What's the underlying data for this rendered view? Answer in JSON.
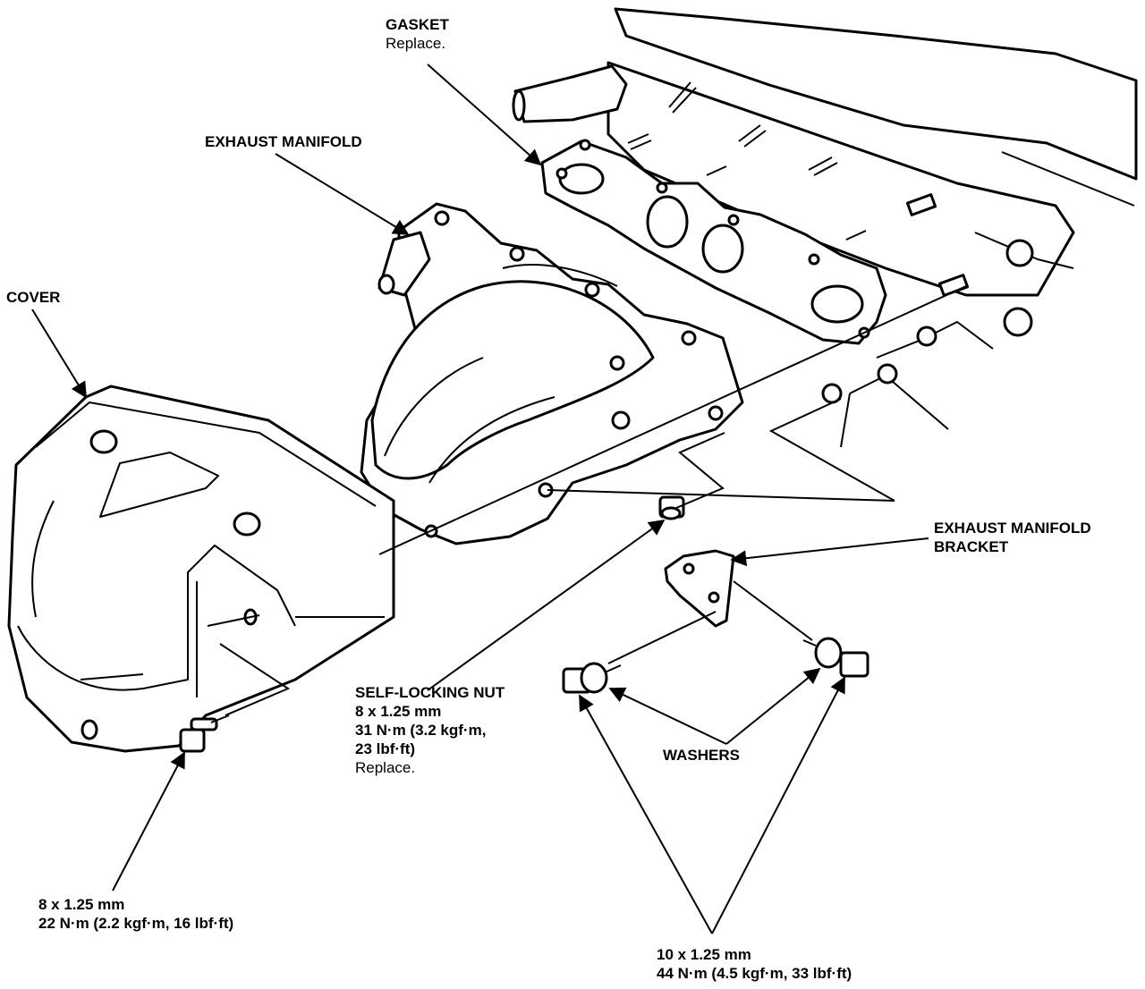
{
  "labels": {
    "gasket": {
      "name": "GASKET",
      "note": "Replace."
    },
    "exhaust_manifold": {
      "name": "EXHAUST MANIFOLD"
    },
    "cover": {
      "name": "COVER"
    },
    "bracket": {
      "line1": "EXHAUST MANIFOLD",
      "line2": "BRACKET"
    },
    "self_locking_nut": {
      "name": "SELF-LOCKING NUT",
      "size": "8 x 1.25 mm",
      "torque_line1": "31 N·m (3.2 kgf·m,",
      "torque_line2": "23 lbf·ft)",
      "note": "Replace."
    },
    "washers": {
      "name": "WASHERS"
    },
    "cover_bolt": {
      "size": "8 x 1.25 mm",
      "torque": "22 N·m (2.2 kgf·m, 16 lbf·ft)"
    },
    "bracket_bolts": {
      "size": "10 x 1.25 mm",
      "torque": "44 N·m (4.5 kgf·m, 33 lbf·ft)"
    }
  }
}
